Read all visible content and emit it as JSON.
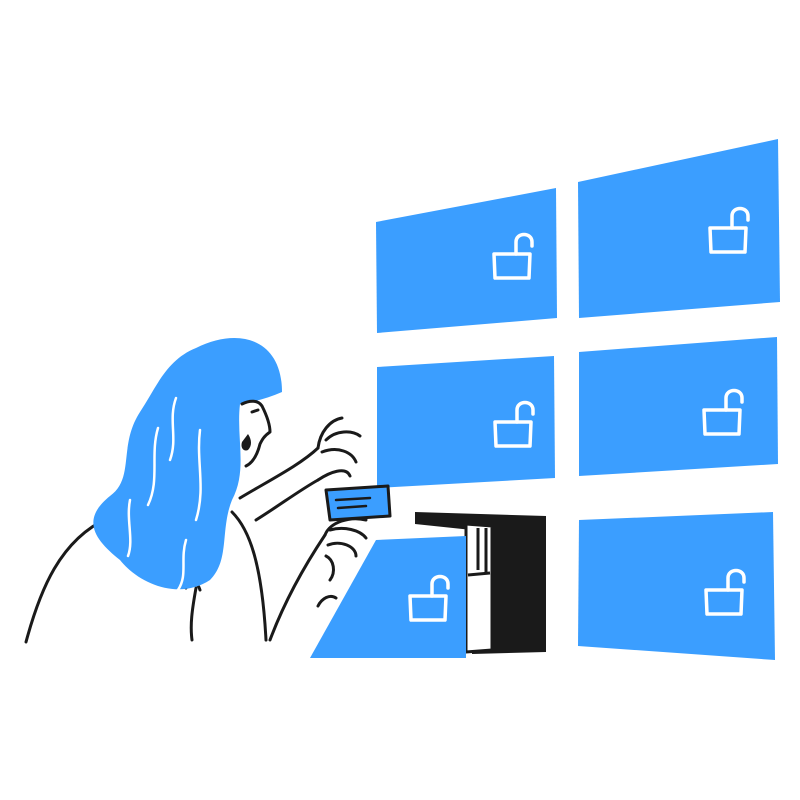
{
  "colors": {
    "background": "#ffffff",
    "accent": "#3b9eff",
    "ink": "#1a1a1a",
    "lock_glyph": "#ffffff"
  },
  "icons": [
    "padlock-open-icon"
  ],
  "scene": {
    "doors": [
      {
        "name": "door-row1-left",
        "lock": "open"
      },
      {
        "name": "door-row1-right",
        "lock": "open"
      },
      {
        "name": "door-row2-left",
        "lock": "open"
      },
      {
        "name": "door-row2-right",
        "lock": "open"
      },
      {
        "name": "door-row3-open",
        "lock": "open",
        "state": "swung-open"
      },
      {
        "name": "door-row3-right",
        "lock": "open"
      }
    ]
  }
}
